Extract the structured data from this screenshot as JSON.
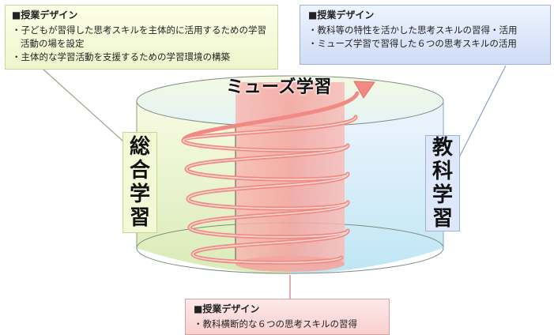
{
  "callouts": {
    "top_left": {
      "title": "■授業デザイン",
      "items": [
        "・子どもが習得した思考スキルを主体的に活用するための学習活動の場を設定",
        "・主体的な学習活動を支援するための学習環境の構築"
      ]
    },
    "top_right": {
      "title": "■授業デザイン",
      "items": [
        "・教科等の特性を活かした思考スキルの習得・活用",
        "・ミューズ学習で習得した６つの思考スキルの活用"
      ]
    },
    "bottom": {
      "title": "■授業デザイン",
      "items": [
        "・教科横断的な６つの思考スキルの習得"
      ]
    }
  },
  "labels": {
    "left": [
      "総",
      "合",
      "学",
      "習"
    ],
    "right": [
      "教",
      "科",
      "学",
      "習"
    ],
    "center": "ミューズ学習"
  },
  "colors": {
    "green_panel": "#f1f6d2",
    "blue_panel": "#dde8fb",
    "red_panel": "#f6b5b2",
    "spiral": "#f08a83"
  }
}
